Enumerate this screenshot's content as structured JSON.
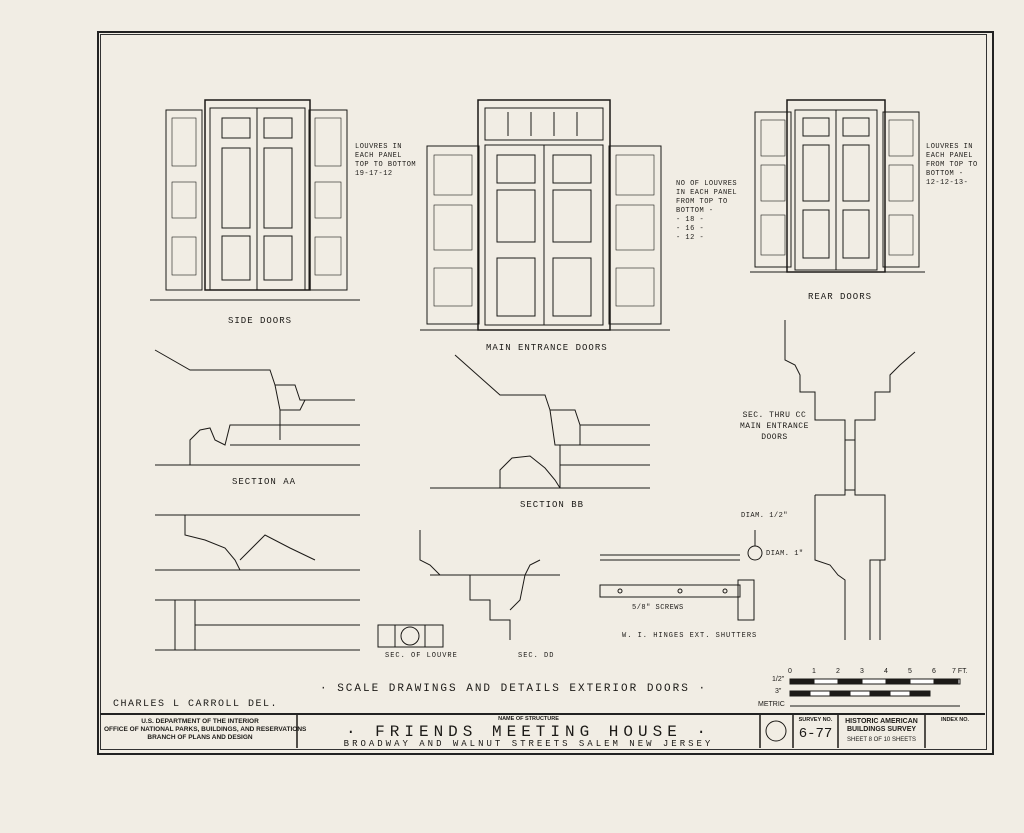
{
  "views": {
    "side_doors": "SIDE DOORS",
    "main_entrance_doors": "MAIN ENTRANCE DOORS",
    "rear_doors": "REAR DOORS",
    "section_aa": "SECTION AA",
    "section_bb": "SECTION BB",
    "section_cc": "SEC. THRU CC\nMAIN ENTRANCE\nDOORS",
    "section_louvre": "SEC. OF LOUVRE",
    "section_dd": "SEC. DD",
    "hinges": "W. I. HINGES EXT. SHUTTERS"
  },
  "notes": {
    "side_louvres": "LOUVRES IN\nEACH PANEL\nTOP TO BOTTOM\n19-17-12",
    "main_louvres": "NO OF LOUVRES\nIN EACH PANEL\nFROM TOP TO\nBOTTOM -\n- 18 -\n- 16 -\n- 12 -",
    "rear_louvres": "LOUVRES IN\nEACH PANEL\nFROM TOP TO\nBOTTOM -\n12-12-13-",
    "screws": "5/8\" SCREWS",
    "diam_top": "DIAM. 1/2\"",
    "diam_side": "DIAM. 1\""
  },
  "sheet_title": "· SCALE DRAWINGS AND DETAILS EXTERIOR DOORS ·",
  "delineator": "CHARLES L CARROLL DEL.",
  "title_block": {
    "agency": "U.S. DEPARTMENT OF THE INTERIOR\nOFFICE OF NATIONAL PARKS, BUILDINGS, AND RESERVATIONS\nBRANCH OF PLANS AND DESIGN",
    "name_caption": "NAME OF STRUCTURE",
    "structure_name": "· FRIENDS  MEETING  HOUSE ·",
    "location": "BROADWAY  AND  WALNUT  STREETS  SALEM  NEW  JERSEY",
    "survey_caption": "SURVEY NO.",
    "survey_no": "6-77",
    "habs": "HISTORIC AMERICAN\nBUILDINGS SURVEY",
    "sheet_info": "SHEET 8 OF 10 SHEETS",
    "index_caption": "INDEX NO."
  },
  "scale_bar": {
    "label_half_inch": "1/2\"",
    "label_three_inch": "3\"",
    "label_metric": "METRIC",
    "ticks": [
      "0",
      "1",
      "2",
      "3",
      "4",
      "5",
      "6",
      "7 FT."
    ]
  }
}
